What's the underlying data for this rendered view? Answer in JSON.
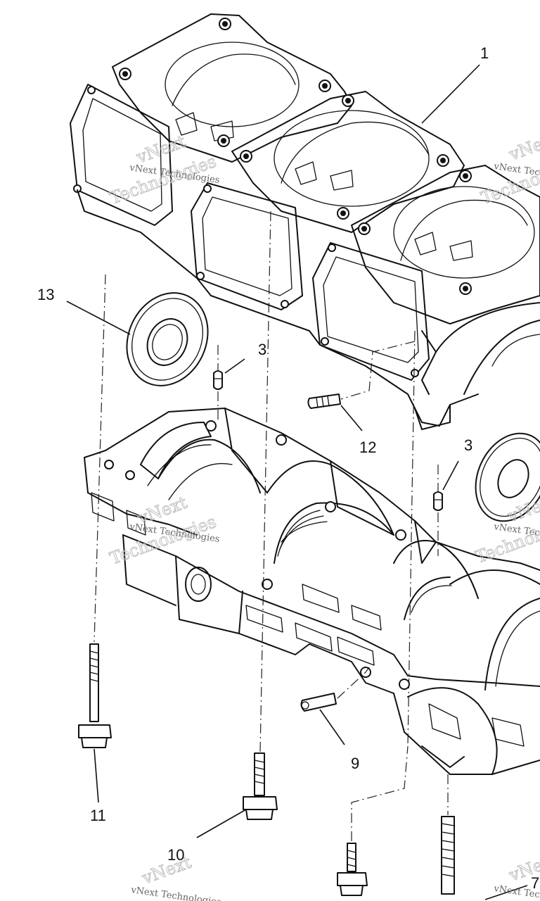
{
  "callouts": [
    {
      "id": "1",
      "label": "1"
    },
    {
      "id": "13",
      "label": "13"
    },
    {
      "id": "3a",
      "label": "3"
    },
    {
      "id": "12",
      "label": "12"
    },
    {
      "id": "3b",
      "label": "3"
    },
    {
      "id": "11",
      "label": "11"
    },
    {
      "id": "10",
      "label": "10"
    },
    {
      "id": "9",
      "label": "9"
    },
    {
      "id": "7",
      "label": "7"
    }
  ],
  "watermark": {
    "text": "vNext Technologies",
    "word_a": "vNext",
    "word_b": "Technologies"
  }
}
